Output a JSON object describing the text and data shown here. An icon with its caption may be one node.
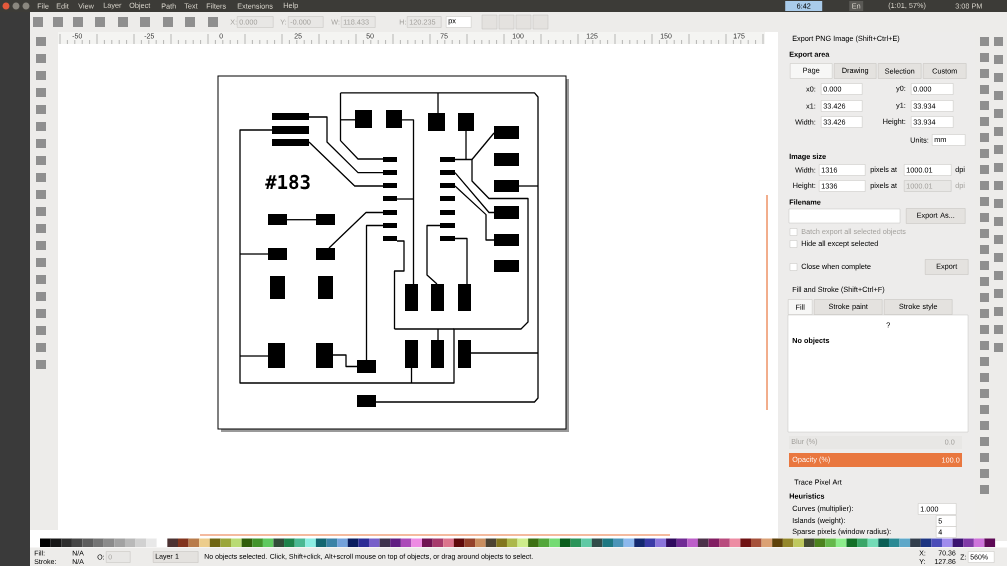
{
  "diagram": {
    "labels": [
      "File",
      "Edit",
      "View",
      "Layer",
      "Object",
      "Path",
      "Text",
      "Filters",
      "Extensions",
      "Help",
      "6:42",
      "En",
      "(1:01, 57%)",
      "3:08 PM",
      "X:",
      "0.000",
      "Y:",
      "-0.000",
      "W:",
      "118.433",
      "H:",
      "120.235",
      "px",
      "-50",
      "-25",
      "0",
      "25",
      "50",
      "75",
      "100",
      "125",
      "150",
      "175",
      "#183",
      "Export PNG Image (Shift+Ctrl+E)",
      "Export area",
      "Page",
      "Drawing",
      "Selection",
      "Custom",
      "x0:",
      "0.000",
      "y0:",
      "0.000",
      "x1:",
      "33.426",
      "y1:",
      "33.934",
      "Width:",
      "33.426",
      "Height:",
      "33.934",
      "Units:",
      "mm",
      "Image size",
      "Width:",
      "1316",
      "pixels at",
      "1000.01",
      "dpi",
      "Height:",
      "1336",
      "pixels at",
      "1000.01",
      "dpi",
      "Filename",
      "Export As...",
      "Batch export all selected objects",
      "Hide all except selected",
      "Close when complete",
      "Export",
      "Fill and Stroke (Shift+Ctrl+F)",
      "Fill",
      "Stroke paint",
      "Stroke style",
      "?",
      "No objects",
      "Blur (%)",
      "0.0",
      "Opacity (%)",
      "100.0",
      "Trace Pixel Art",
      "Heuristics",
      "Curves (multiplier):",
      "1.000",
      "Islands (weight):",
      "5",
      "Sparse pixels (window radius):",
      "4",
      "Fill:",
      "N/A",
      "Stroke:",
      "N/A",
      "O:",
      "0",
      "Layer 1",
      "No objects selected. Click, Shift+click, Alt+scroll mouse on top of objects, or drag around objects to select.",
      "X:",
      "70.36",
      "Y:",
      "127.86",
      "Z:",
      "560%"
    ]
  }
}
